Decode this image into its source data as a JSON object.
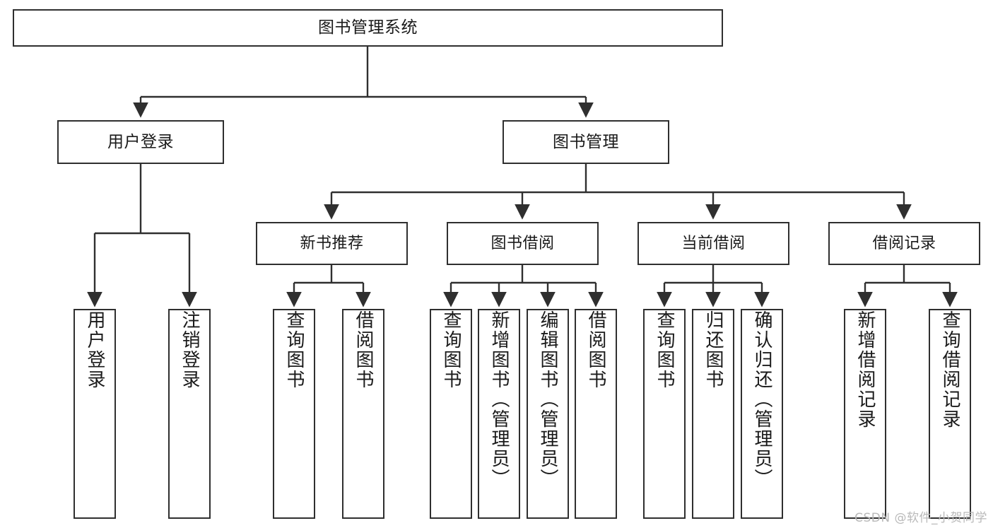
{
  "diagram": {
    "title": "图书管理系统",
    "type": "tree",
    "colors": {
      "stroke": "#2f2f2f",
      "fill": "#ffffff",
      "text": "#1a1a1a",
      "watermark": "#b9b9b9"
    },
    "root": {
      "label": "图书管理系统"
    },
    "level2": [
      {
        "label": "用户登录"
      },
      {
        "label": "图书管理"
      }
    ],
    "level3": [
      {
        "label": "新书推荐"
      },
      {
        "label": "图书借阅"
      },
      {
        "label": "当前借阅"
      },
      {
        "label": "借阅记录"
      }
    ],
    "leaves": {
      "user_login": [
        {
          "label": "用户登录"
        },
        {
          "label": "注销登录"
        }
      ],
      "new_book_recommend": [
        {
          "label": "查询图书"
        },
        {
          "label": "借阅图书"
        }
      ],
      "book_borrow": [
        {
          "label": "查询图书"
        },
        {
          "label": "新增图书（管理员）"
        },
        {
          "label": "编辑图书（管理员）"
        },
        {
          "label": "借阅图书"
        }
      ],
      "current_borrow": [
        {
          "label": "查询图书"
        },
        {
          "label": "归还图书"
        },
        {
          "label": "确认归还（管理员）"
        }
      ],
      "borrow_record": [
        {
          "label": "新增借阅记录"
        },
        {
          "label": "查询借阅记录"
        }
      ]
    }
  },
  "watermark": {
    "text": "CSDN @软件_小贺同学"
  }
}
